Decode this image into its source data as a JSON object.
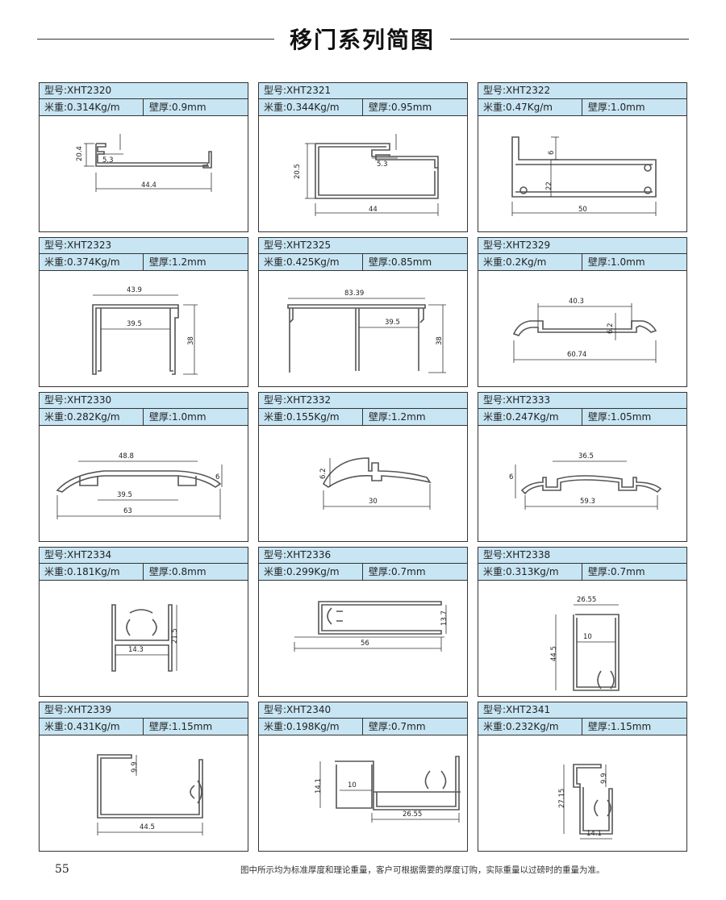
{
  "header": {
    "title": "移门系列简图"
  },
  "products": [
    {
      "model": "型号:XHT2320",
      "weight": "米重:0.314Kg/m",
      "thickness": "壁厚:0.9mm",
      "dims": [
        "20.4",
        "5.3",
        "44.4"
      ]
    },
    {
      "model": "型号:XHT2321",
      "weight": "米重:0.344Kg/m",
      "thickness": "壁厚:0.95mm",
      "dims": [
        "20.5",
        "5.3",
        "44"
      ]
    },
    {
      "model": "型号:XHT2322",
      "weight": "米重:0.47Kg/m",
      "thickness": "壁厚:1.0mm",
      "dims": [
        "6",
        "22",
        "50"
      ]
    },
    {
      "model": "型号:XHT2323",
      "weight": "米重:0.374Kg/m",
      "thickness": "壁厚:1.2mm",
      "dims": [
        "43.9",
        "39.5",
        "38"
      ]
    },
    {
      "model": "型号:XHT2325",
      "weight": "米重:0.425Kg/m",
      "thickness": "壁厚:0.85mm",
      "dims": [
        "83.39",
        "39.5",
        "38"
      ]
    },
    {
      "model": "型号:XHT2329",
      "weight": "米重:0.2Kg/m",
      "thickness": "壁厚:1.0mm",
      "dims": [
        "40.3",
        "6.2",
        "60.74"
      ]
    },
    {
      "model": "型号:XHT2330",
      "weight": "米重:0.282Kg/m",
      "thickness": "壁厚:1.0mm",
      "dims": [
        "48.8",
        "6",
        "39.5",
        "63"
      ]
    },
    {
      "model": "型号:XHT2332",
      "weight": "米重:0.155Kg/m",
      "thickness": "壁厚:1.2mm",
      "dims": [
        "6.2",
        "30"
      ]
    },
    {
      "model": "型号:XHT2333",
      "weight": "米重:0.247Kg/m",
      "thickness": "壁厚:1.05mm",
      "dims": [
        "36.5",
        "6",
        "59.3"
      ]
    },
    {
      "model": "型号:XHT2334",
      "weight": "米重:0.181Kg/m",
      "thickness": "壁厚:0.8mm",
      "dims": [
        "21.5",
        "14.3"
      ]
    },
    {
      "model": "型号:XHT2336",
      "weight": "米重:0.299Kg/m",
      "thickness": "壁厚:0.7mm",
      "dims": [
        "13.7",
        "56"
      ]
    },
    {
      "model": "型号:XHT2338",
      "weight": "米重:0.313Kg/m",
      "thickness": "壁厚:0.7mm",
      "dims": [
        "26.55",
        "10",
        "44.5"
      ]
    },
    {
      "model": "型号:XHT2339",
      "weight": "米重:0.431Kg/m",
      "thickness": "壁厚:1.15mm",
      "dims": [
        "9.9",
        "44.5"
      ]
    },
    {
      "model": "型号:XHT2340",
      "weight": "米重:0.198Kg/m",
      "thickness": "壁厚:0.7mm",
      "dims": [
        "14.1",
        "10",
        "26.55"
      ]
    },
    {
      "model": "型号:XHT2341",
      "weight": "米重:0.232Kg/m",
      "thickness": "壁厚:1.15mm",
      "dims": [
        "9.9",
        "27.15",
        "14.1"
      ]
    }
  ],
  "footer": {
    "page_number": "55",
    "note": "图中所示均为标准厚度和理论重量，客户可根据需要的厚度订购，实际重量以过磅时的重量为准。"
  }
}
